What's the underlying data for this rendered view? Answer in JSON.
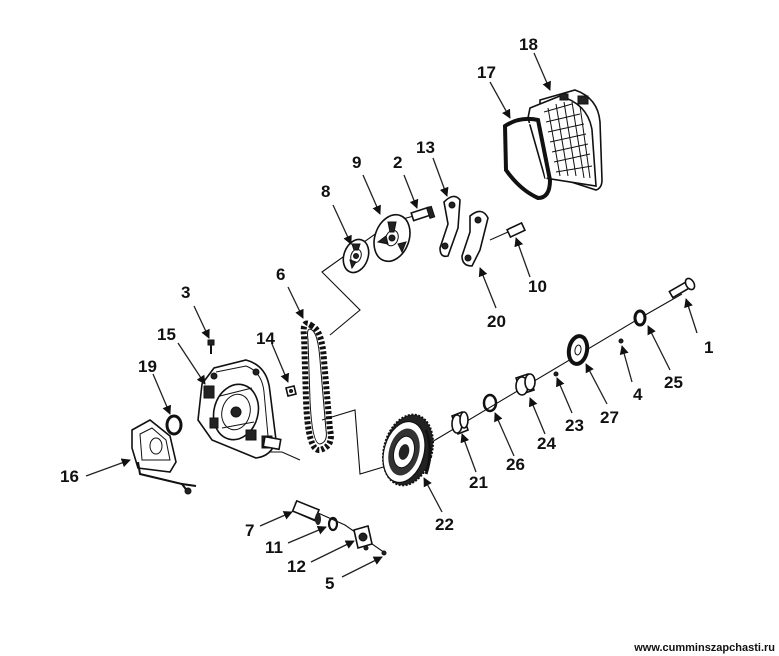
{
  "diagram": {
    "labels": {
      "p1": "1",
      "p2": "2",
      "p3": "3",
      "p4": "4",
      "p5": "5",
      "p6": "6",
      "p7": "7",
      "p8": "8",
      "p9": "9",
      "p10": "10",
      "p11": "11",
      "p12": "12",
      "p13": "13",
      "p14": "14",
      "p15": "15",
      "p16": "16",
      "p17": "17",
      "p18": "18",
      "p19": "19",
      "p20": "20",
      "p21": "21",
      "p22": "22",
      "p23": "23",
      "p24": "24",
      "p25": "25",
      "p26": "26",
      "p27": "27"
    },
    "watermark": "www.cumminszapchasti.ru"
  }
}
